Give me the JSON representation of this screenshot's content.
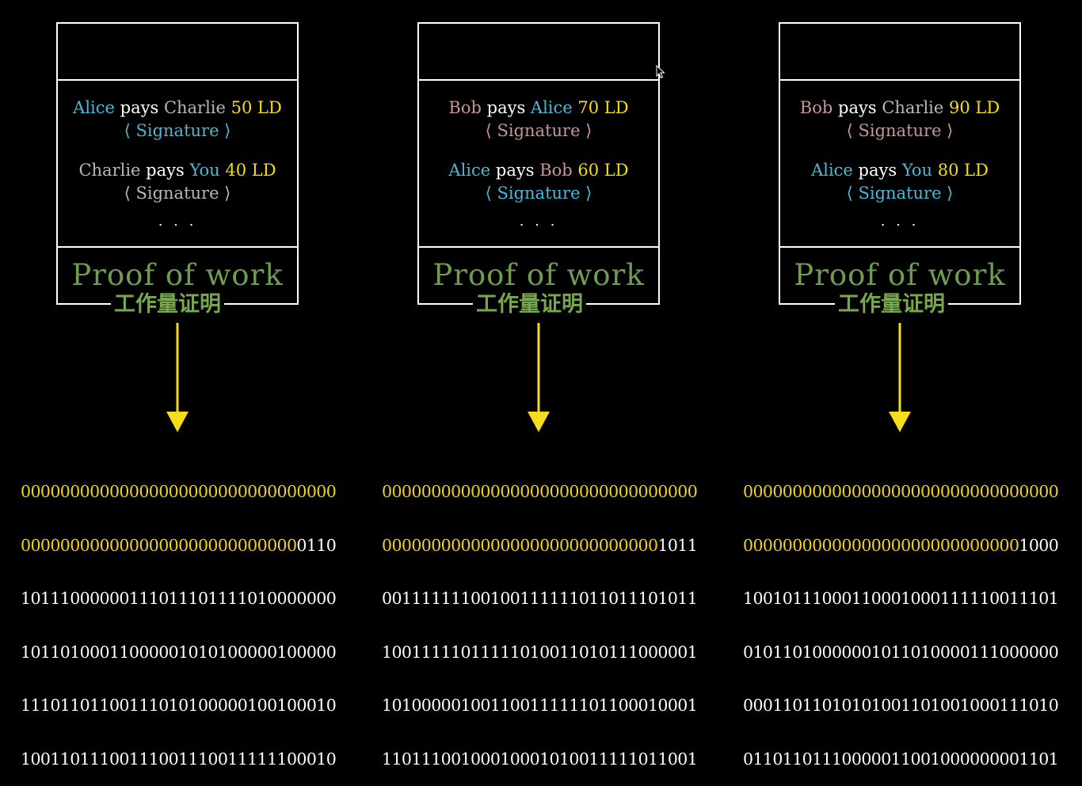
{
  "colors": {
    "alice": "#4fb7d6",
    "charlie": "#b7b7b7",
    "bob": "#c99595",
    "you": "#4fb7d6",
    "amount": "#f6dc1d",
    "proof": "#6f9d4f",
    "arrow": "#f6dc1d"
  },
  "blocks": [
    {
      "tx1": {
        "from": "Alice",
        "verb": "pays",
        "to": "Charlie",
        "amount": "50 LD",
        "signature": "⟨ Signature ⟩"
      },
      "tx2": {
        "from": "Charlie",
        "verb": "pays",
        "to": "You",
        "amount": "40 LD",
        "signature": "⟨ Signature ⟩"
      },
      "ellipsis": ". . .",
      "proof": "Proof of work",
      "proof_cn": "工作量证明",
      "hash_zero_line1": "00000000000000000000000000000000",
      "hash_zero_line2": "0000000000000000000000000000",
      "hash_tail_line2": "0110",
      "hash_rest": [
        "10111000000111011101111010000000",
        "10110100011000001010100000100000",
        "11101101100111010100000100100010",
        "10011011100111001110011111100010"
      ]
    },
    {
      "tx1": {
        "from": "Bob",
        "verb": "pays",
        "to": "Alice",
        "amount": "70 LD",
        "signature": "⟨ Signature ⟩"
      },
      "tx2": {
        "from": "Alice",
        "verb": "pays",
        "to": "Bob",
        "amount": "60 LD",
        "signature": "⟨ Signature ⟩"
      },
      "ellipsis": ". . .",
      "proof": "Proof of work",
      "proof_cn": "工作量证明",
      "hash_zero_line1": "00000000000000000000000000000000",
      "hash_zero_line2": "0000000000000000000000000000",
      "hash_tail_line2": "1011",
      "hash_rest": [
        "00111111100100111111011011101011",
        "10011111011111010011010111000001",
        "10100000100110011111101100010001",
        "11011100100010001010011111011001"
      ]
    },
    {
      "tx1": {
        "from": "Bob",
        "verb": "pays",
        "to": "Charlie",
        "amount": "90 LD",
        "signature": "⟨ Signature ⟩"
      },
      "tx2": {
        "from": "Alice",
        "verb": "pays",
        "to": "You",
        "amount": "80 LD",
        "signature": "⟨ Signature ⟩"
      },
      "ellipsis": ". . .",
      "proof": "Proof of work",
      "proof_cn": "工作量证明",
      "hash_zero_line1": "00000000000000000000000000000000",
      "hash_zero_line2": "0000000000000000000000000000",
      "hash_tail_line2": "1000",
      "hash_rest": [
        "10010111000110001000111110011101",
        "01011010000001011010000111000000",
        "00011011010101001101001000111010",
        "01101101110000011001000000001101"
      ]
    }
  ]
}
